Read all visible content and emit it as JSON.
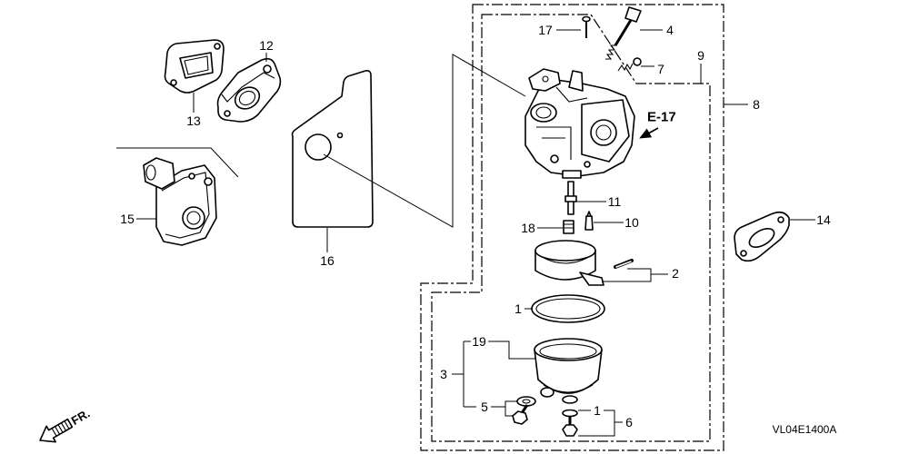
{
  "callouts": {
    "c17": "17",
    "c4": "4",
    "c7": "7",
    "c9": "9",
    "c8": "8",
    "c12": "12",
    "c13": "13",
    "c15": "15",
    "c16": "16",
    "c11": "11",
    "c18": "18",
    "c10": "10",
    "c2": "2",
    "c1_top": "1",
    "c19": "19",
    "c3": "3",
    "c5": "5",
    "c1_bottom": "1",
    "c6": "6",
    "c14": "14"
  },
  "reference_label": "E-17",
  "direction_label": "FR.",
  "diagram_code": "VL04E1400A",
  "colors": {
    "line": "#000000",
    "background": "#ffffff"
  }
}
